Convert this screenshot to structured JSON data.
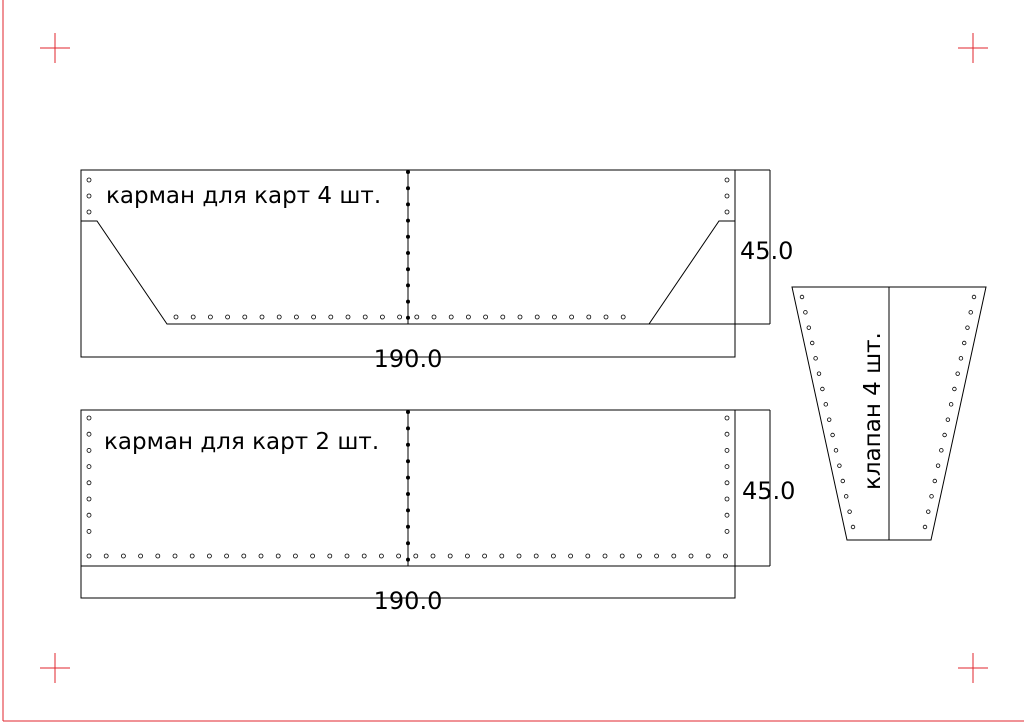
{
  "pieces": {
    "pocket_top": {
      "label": "карман для карт 4 шт.",
      "height_dim": "45.0",
      "width_dim": "190.0"
    },
    "pocket_bottom": {
      "label": "карман для карт 2 шт.",
      "height_dim": "45.0",
      "width_dim": "190.0"
    },
    "flap": {
      "label": "клапан 4 шт."
    }
  },
  "colors": {
    "line": "#000000",
    "registration": "#e0262c",
    "background": "#ffffff"
  },
  "icons": {
    "registration_mark": "crosshair-icon"
  }
}
